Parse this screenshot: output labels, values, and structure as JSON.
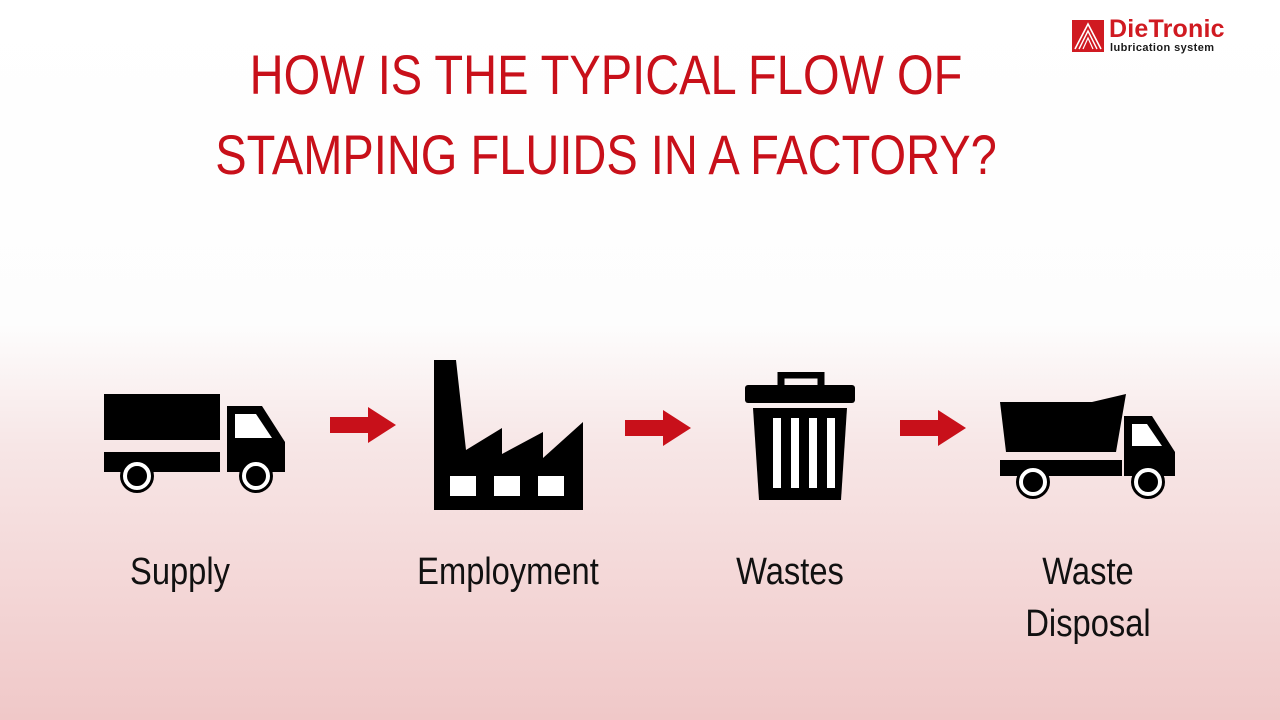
{
  "logo": {
    "name": "DieTronic",
    "tagline": "lubrication system"
  },
  "title": {
    "line1": "HOW IS THE TYPICAL FLOW OF",
    "line2": "STAMPING FLUIDS IN A FACTORY?"
  },
  "flow": {
    "steps": [
      {
        "label": "Supply",
        "icon": "delivery-truck-icon"
      },
      {
        "label": "Employment",
        "icon": "factory-icon"
      },
      {
        "label": "Wastes",
        "icon": "trash-can-icon"
      },
      {
        "label_line1": "Waste",
        "label_line2": "Disposal",
        "icon": "dump-truck-icon"
      }
    ],
    "arrow_icon": "right-arrow-icon"
  },
  "colors": {
    "accent": "#c8101a",
    "icon": "#000000",
    "text": "#111111"
  }
}
